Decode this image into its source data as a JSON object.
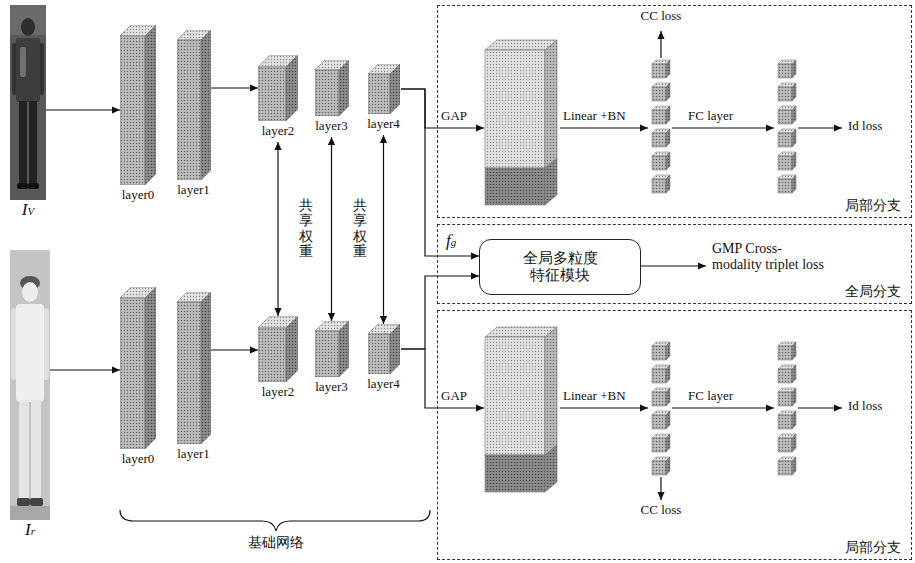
{
  "diagram": {
    "nodes": [
      {
        "text": [
          "IV"
        ]
      },
      {
        "text": [
          "layer0"
        ]
      },
      {
        "text": [
          "layer1"
        ]
      },
      {
        "text": [
          "layer2"
        ]
      },
      {
        "text": [
          "layer3"
        ]
      },
      {
        "text": [
          "layer4"
        ]
      },
      {
        "text": [
          "Ir"
        ]
      },
      {
        "text": [
          "layer0"
        ]
      },
      {
        "text": [
          "layer1"
        ]
      },
      {
        "text": [
          "layer2"
        ]
      },
      {
        "text": [
          "layer3"
        ]
      },
      {
        "text": [
          "layer4"
        ]
      },
      {
        "text": [
          "局部分支"
        ]
      },
      {
        "text": [
          "全局分支"
        ]
      },
      {
        "text": [
          "全局多粒度特征模块"
        ],
        "in": 13
      },
      {
        "text": [
          "局部分支"
        ]
      }
    ],
    "edges": [
      {
        "from": 0,
        "to": 1,
        "arrow": "to"
      },
      {
        "from": 2,
        "to": 3,
        "arrow": "to"
      },
      {
        "from": 3,
        "to": 9,
        "arrow": "both"
      },
      {
        "from": 4,
        "to": 10,
        "arrow": "both"
      },
      {
        "from": 5,
        "to": 11,
        "arrow": "both"
      },
      {
        "from": 5,
        "to": 12,
        "arrow": "none"
      },
      {
        "from": 5,
        "to": 14,
        "arrow": "to"
      },
      {
        "from": 6,
        "to": 7,
        "arrow": "to"
      },
      {
        "from": 8,
        "to": 9,
        "arrow": "to"
      },
      {
        "from": 11,
        "to": 14,
        "arrow": "to"
      },
      {
        "from": 11,
        "to": 15,
        "arrow": "none"
      }
    ],
    "labels": [
      "CC loss",
      "GAP",
      "Linear +BN",
      "FC layer",
      "Id loss",
      "共享权重",
      "共享权重",
      "fg",
      "GMP Cross-modality triplet loss",
      "GAP",
      "Linear +BN",
      "FC layer",
      "Id loss",
      "CC loss",
      "基础网络"
    ]
  }
}
